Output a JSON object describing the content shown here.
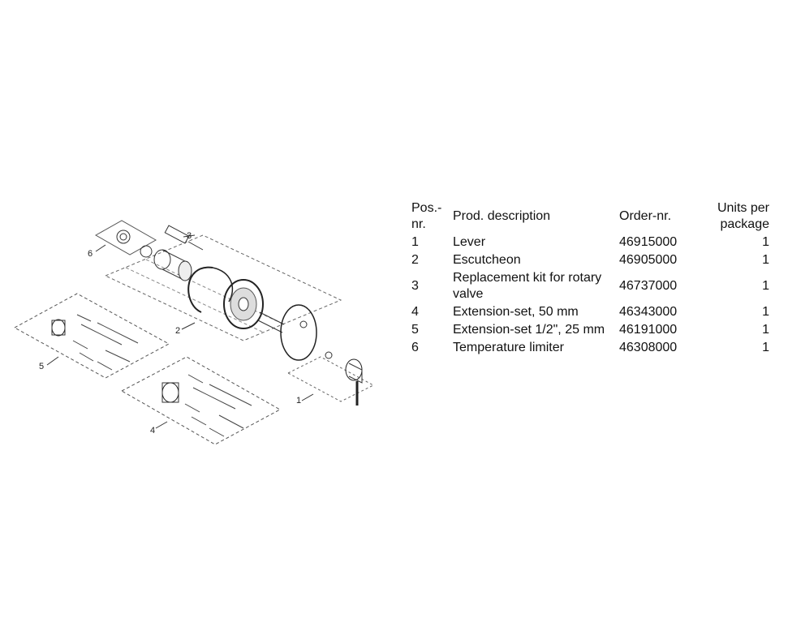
{
  "diagram": {
    "callouts": [
      "1",
      "2",
      "3",
      "4",
      "5",
      "6"
    ]
  },
  "table": {
    "headers": {
      "pos": "Pos.-nr.",
      "description": "Prod. description",
      "order": "Order-nr.",
      "units": "Units per package"
    },
    "rows": [
      {
        "pos": "1",
        "description": "Lever",
        "order": "46915000",
        "units": "1"
      },
      {
        "pos": "2",
        "description": "Escutcheon",
        "order": "46905000",
        "units": "1"
      },
      {
        "pos": "3",
        "description": "Replacement kit for rotary valve",
        "order": "46737000",
        "units": "1"
      },
      {
        "pos": "4",
        "description": "Extension-set, 50 mm",
        "order": "46343000",
        "units": "1"
      },
      {
        "pos": "5",
        "description": "Extension-set 1/2\", 25 mm",
        "order": "46191000",
        "units": "1"
      },
      {
        "pos": "6",
        "description": "Temperature limiter",
        "order": "46308000",
        "units": "1"
      }
    ]
  }
}
